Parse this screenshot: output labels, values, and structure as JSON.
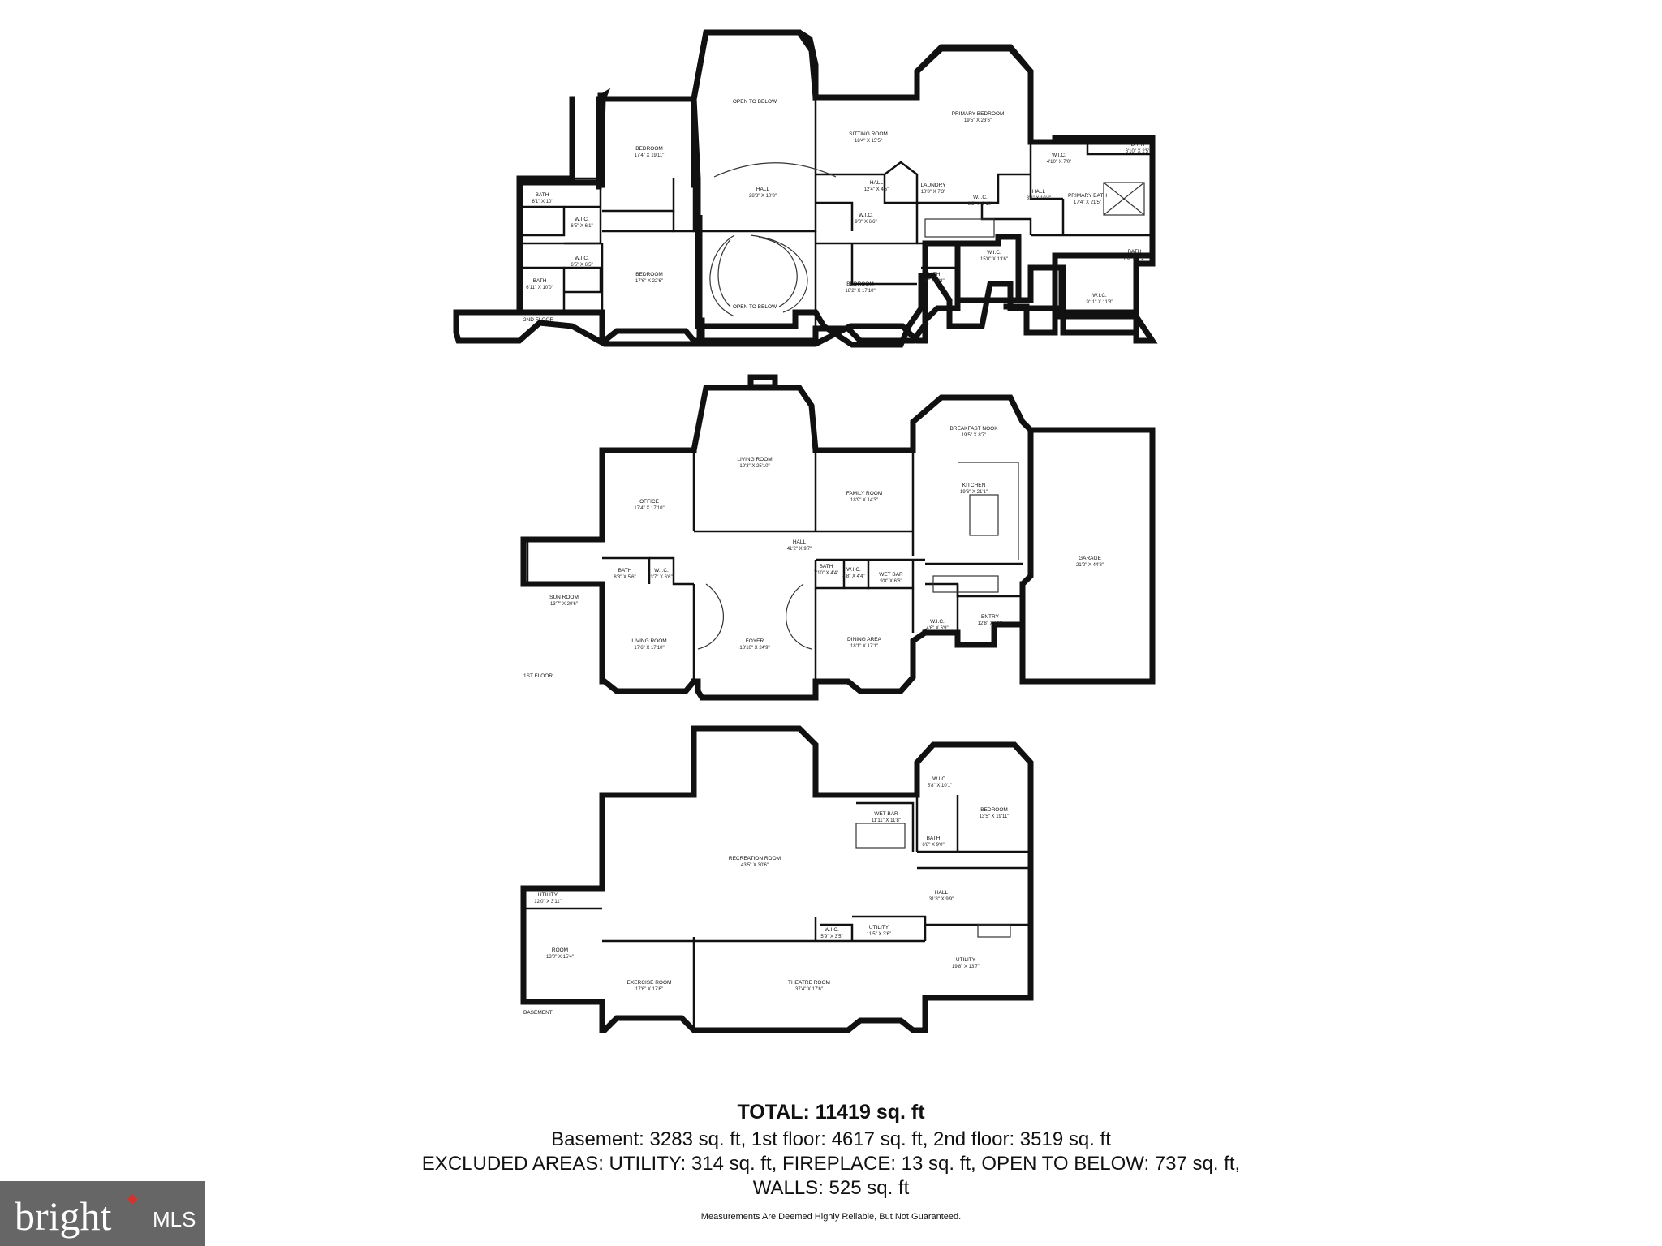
{
  "floors": {
    "second": {
      "label": "2ND FLOOR",
      "rooms": [
        {
          "name": "BEDROOM",
          "dims": "17'4\" X 19'11\""
        },
        {
          "name": "OPEN TO BELOW",
          "dims": ""
        },
        {
          "name": "SITTING ROOM",
          "dims": "18'4\" X 15'5\""
        },
        {
          "name": "PRIMARY BEDROOM",
          "dims": "19'5\" X 23'6\""
        },
        {
          "name": "BATH",
          "dims": "6'10\" X 2'5\""
        },
        {
          "name": "W.I.C.",
          "dims": "4'10\" X 7'0\""
        },
        {
          "name": "HALL",
          "dims": "28'3\" X 10'8\""
        },
        {
          "name": "HALL",
          "dims": "12'4\" X 4'5\""
        },
        {
          "name": "LAUNDRY",
          "dims": "10'8\" X 7'3\""
        },
        {
          "name": "W.I.C.",
          "dims": "8'5\" X 5'10\""
        },
        {
          "name": "HALL",
          "dims": "8'4\" X 10'4\""
        },
        {
          "name": "PRIMARY BATH",
          "dims": "17'4\" X 21'5\""
        },
        {
          "name": "BATH",
          "dims": "6'1\" X 10'"
        },
        {
          "name": "W.I.C.",
          "dims": "6'5\" X 6'1\""
        },
        {
          "name": "W.I.C.",
          "dims": "9'0\" X 6'6\""
        },
        {
          "name": "W.I.C.",
          "dims": "6'5\" X 6'5\""
        },
        {
          "name": "BATH",
          "dims": "6'11\" X 10'0\""
        },
        {
          "name": "BEDROOM",
          "dims": "17'6\" X 22'6\""
        },
        {
          "name": "OPEN TO BELOW",
          "dims": ""
        },
        {
          "name": "BEDROOM",
          "dims": "18'2\" X 17'10\""
        },
        {
          "name": "BATH",
          "dims": "7'8\" X 9'8\""
        },
        {
          "name": "W.I.C.",
          "dims": "15'0\" X 13'6\""
        },
        {
          "name": "BATH",
          "dims": "7'0\" X 7'1\""
        },
        {
          "name": "W.I.C.",
          "dims": "9'11\" X 11'8\""
        }
      ]
    },
    "first": {
      "label": "1ST FLOOR",
      "rooms": [
        {
          "name": "LIVING ROOM",
          "dims": "19'3\" X 25'10\""
        },
        {
          "name": "BREAKFAST NOOK",
          "dims": "19'5\" X 8'7\""
        },
        {
          "name": "FAMILY ROOM",
          "dims": "18'9\" X 14'3\""
        },
        {
          "name": "KITCHEN",
          "dims": "19'6\" X 21'1\""
        },
        {
          "name": "OFFICE",
          "dims": "17'4\" X 17'10\""
        },
        {
          "name": "HALL",
          "dims": "41'2\" X 9'7\""
        },
        {
          "name": "GARAGE",
          "dims": "21'2\" X 44'8\""
        },
        {
          "name": "BATH",
          "dims": "8'3\" X 5'6\""
        },
        {
          "name": "W.I.C.",
          "dims": "3'7\" X 6'6\""
        },
        {
          "name": "BATH",
          "dims": "7'10\" X 4'4\""
        },
        {
          "name": "W.I.C.",
          "dims": "4'8\" X 4'4\""
        },
        {
          "name": "WET BAR",
          "dims": "9'8\" X 6'6\""
        },
        {
          "name": "SUN ROOM",
          "dims": "13'7\" X 20'6\""
        },
        {
          "name": "FOYER",
          "dims": "18'10\" X 24'9\""
        },
        {
          "name": "DINING AREA",
          "dims": "18'1\" X 17'1\""
        },
        {
          "name": "ENTRY",
          "dims": "12'8\" X 5'8\""
        },
        {
          "name": "LIVING ROOM",
          "dims": "17'6\" X 17'10\""
        },
        {
          "name": "W.I.C.",
          "dims": "4'6\" X 6'9\""
        }
      ]
    },
    "basement": {
      "label": "BASEMENT",
      "rooms": [
        {
          "name": "W.I.C.",
          "dims": "5'8\" X 10'1\""
        },
        {
          "name": "BEDROOM",
          "dims": "13'5\" X 19'11\""
        },
        {
          "name": "WET BAR",
          "dims": "11'11\" X 11'8\""
        },
        {
          "name": "RECREATION ROOM",
          "dims": "43'5\" X 30'6\""
        },
        {
          "name": "BATH",
          "dims": "6'8\" X 9'0\""
        },
        {
          "name": "UTILITY",
          "dims": "12'0\" X 3'11\""
        },
        {
          "name": "HALL",
          "dims": "31'8\" X 9'9\""
        },
        {
          "name": "W.I.C.",
          "dims": "5'9\" X 3'5\""
        },
        {
          "name": "UTILITY",
          "dims": "11'5\" X 3'6\""
        },
        {
          "name": "ROOM",
          "dims": "13'0\" X 15'4\""
        },
        {
          "name": "EXERCISE ROOM",
          "dims": "17'6\" X 17'6\""
        },
        {
          "name": "THEATRE ROOM",
          "dims": "37'4\" X 17'6\""
        },
        {
          "name": "UTILITY",
          "dims": "19'8\" X 13'7\""
        }
      ]
    }
  },
  "summary": {
    "total": "TOTAL: 11419 sq. ft",
    "line1": "Basement: 3283 sq. ft, 1st floor: 4617 sq. ft, 2nd floor: 3519 sq. ft",
    "line2": "EXCLUDED AREAS: UTILITY: 314 sq. ft, FIREPLACE: 13 sq. ft, OPEN TO BELOW: 737 sq. ft,",
    "line3": "WALLS: 525 sq. ft",
    "note": "Measurements Are Deemed Highly Reliable, But Not Guaranteed."
  },
  "logo": {
    "brand": "bright",
    "suffix": "MLS",
    "accent": "#d4322e",
    "background": "#666666"
  }
}
